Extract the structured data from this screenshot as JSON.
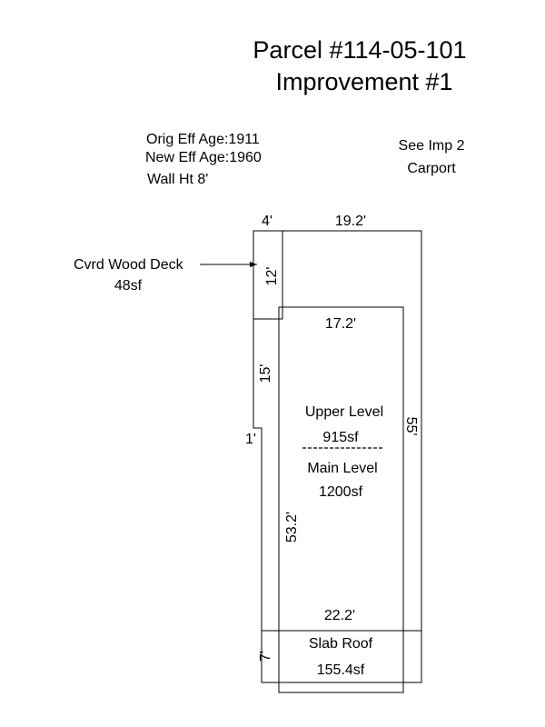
{
  "header": {
    "title": "Parcel #114-05-101",
    "subtitle": "Improvement #1"
  },
  "notes": {
    "orig_eff_age": "Orig Eff Age:1911",
    "new_eff_age": "New Eff Age:1960",
    "wall_height": "Wall Ht 8'"
  },
  "reference": {
    "line1": "See Imp 2",
    "line2": "Carport"
  },
  "callout": {
    "label": "Cvrd Wood Deck",
    "area": "48sf"
  },
  "dimensions": {
    "deck_width": "4'",
    "top_width": "19.2'",
    "deck_depth": "12'",
    "inner_width": "17.2'",
    "left_segment": "15'",
    "step": "1'",
    "right_length": "55'",
    "inner_length": "53.2'",
    "bottom_width": "22.2'",
    "slab_depth": "7'"
  },
  "areas": {
    "upper_label": "Upper Level",
    "upper_area": "915sf",
    "main_label": "Main Level",
    "main_area": "1200sf",
    "slab_label": "Slab Roof",
    "slab_area": "155.4sf"
  },
  "colors": {
    "line": "#000000",
    "background": "#ffffff"
  }
}
